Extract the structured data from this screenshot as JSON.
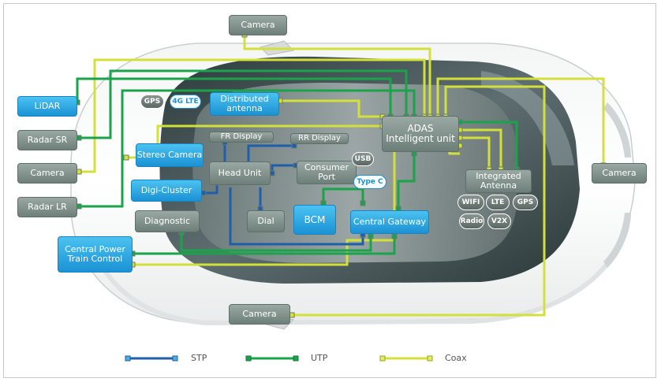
{
  "nodes": {
    "camera_top": "Camera",
    "lidar": "LiDAR",
    "radar_sr": "Radar SR",
    "camera_left": "Camera",
    "radar_lr": "Radar LR",
    "powertrain": "Central Power Train Control",
    "camera_bottom": "Camera",
    "camera_right": "Camera",
    "distributed_antenna": "Distributed antenna",
    "adas": "ADAS Intelligent unit",
    "fr_display": "FR Display",
    "rr_display": "RR Display",
    "stereo_camera": "Stereo Camera",
    "head_unit": "Head Unit",
    "consumer_port": "Consumer Port",
    "digi_cluster": "Digi-Cluster",
    "integrated_antenna": "Integrated Antenna",
    "diagnostic": "Diagnostic",
    "dial": "Dial",
    "bcm": "BCM",
    "central_gateway": "Central Gateway"
  },
  "badges": {
    "gps_left": "GPS",
    "lte_4g": "4G LTE",
    "usb": "USB",
    "type_c": "Type C",
    "wifi": "WIFI",
    "lte": "LTE",
    "gps_right": "GPS",
    "radio": "Radio",
    "v2x": "V2X"
  },
  "legend": {
    "stp": "STP",
    "utp": "UTP",
    "coax": "Coax"
  },
  "colors": {
    "stp": "#1f5ea8",
    "utp": "#1aa34a",
    "coax": "#d4e03a",
    "gray_box": "#7c8c86",
    "blue_box": "#2aa6e3"
  }
}
